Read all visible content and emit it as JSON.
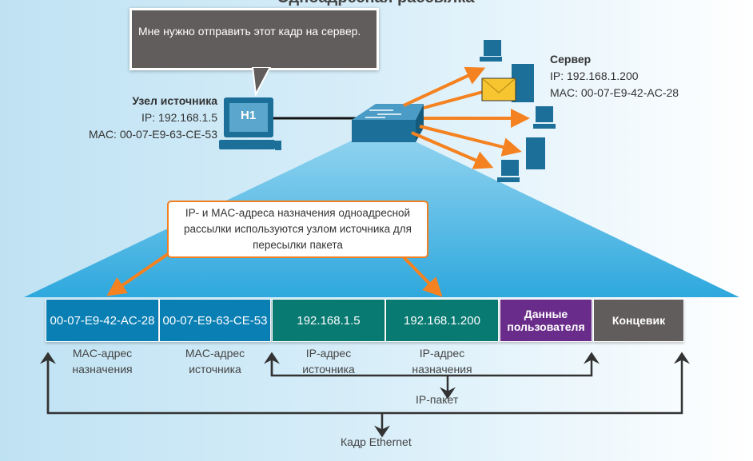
{
  "title": "Одноадресная рассылка",
  "bubble": {
    "text": "Мне нужно отправить этот кадр на сервер."
  },
  "source": {
    "title": "Узел источника",
    "ip": "IP: 192.168.1.5",
    "mac": "MAC: 00-07-E9-63-CE-53",
    "label": "H1"
  },
  "server": {
    "title": "Сервер",
    "ip": "IP: 192.168.1.200",
    "mac": "MAC: 00-07-E9-42-AC-28"
  },
  "callout": {
    "text": "IP- и MAC-адреса назначения одноадресной рассылки используются узлом источника для пересылки пакета"
  },
  "frame": [
    {
      "value": "00-07-E9-42-AC-28",
      "caption": "MAC-адрес назначения",
      "color": "#0a7fb4"
    },
    {
      "value": "00-07-E9-63-CE-53",
      "caption": "MAC-адрес источника",
      "color": "#0a7fb4"
    },
    {
      "value": "192.168.1.5",
      "caption": "IP-адрес источника",
      "color": "#087a72"
    },
    {
      "value": "192.168.1.200",
      "caption": "IP-адрес назначения",
      "color": "#087a72"
    },
    {
      "value": "Данные пользователя",
      "caption": "",
      "color": "#6a2c8a"
    },
    {
      "value": "Концевик",
      "caption": "",
      "color": "#625d5d"
    }
  ],
  "ip_packet": "IP-пакет",
  "ethernet_frame": "Кадр Ethernet",
  "colors": {
    "arrow": "#f58220",
    "device": "#1b6f98"
  }
}
